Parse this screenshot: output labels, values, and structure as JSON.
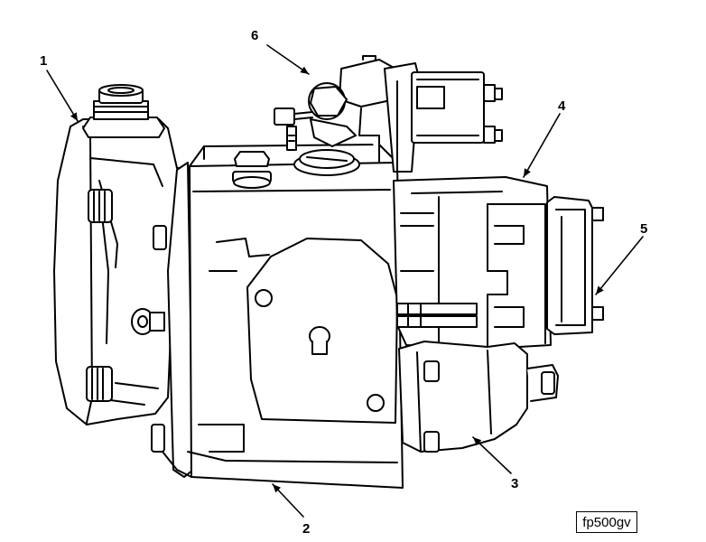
{
  "callouts": [
    {
      "number": "1"
    },
    {
      "number": "2"
    },
    {
      "number": "3"
    },
    {
      "number": "4"
    },
    {
      "number": "5"
    },
    {
      "number": "6"
    }
  ],
  "figure_ref": "fp500gv",
  "colors": {
    "line": "#000000",
    "background": "#ffffff"
  }
}
